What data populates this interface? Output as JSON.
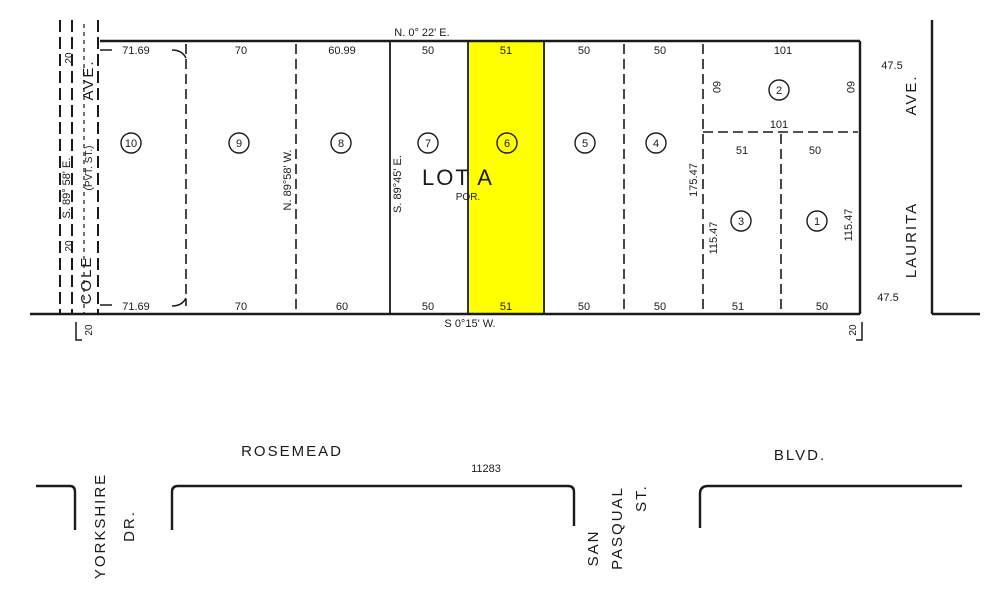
{
  "map": {
    "lot_label": "LOT A",
    "lot_sub": "POR.",
    "streets": {
      "top_bearing": "N. 0° 22' E.",
      "bottom_bearing": "S 0°15' W.",
      "rosemead": "ROSEMEAD",
      "blvd": "BLVD.",
      "block_number": "11283",
      "laurita": "LAURITA",
      "laurita_ave": "AVE.",
      "cole": "COLE",
      "cole_ave": "AVE.",
      "pvt_st": "(PVT. ST.)",
      "yorkshire": "YORKSHIRE",
      "yorkshire_dr": "DR.",
      "san": "SAN",
      "pasqual": "PASQUAL",
      "st": "ST."
    },
    "bearings": {
      "west": "S. 89° 58' E.",
      "lot9_8": "N. 89°58' W.",
      "lot8_7": "S. 89°45' E."
    },
    "lots": [
      "10",
      "9",
      "8",
      "7",
      "6",
      "5",
      "4",
      "3",
      "2",
      "1"
    ],
    "highlighted_lot": "6",
    "highlight_color": "#ffff00",
    "top_dims": [
      "71.69",
      "70",
      "60.99",
      "50",
      "51",
      "50",
      "50",
      "101"
    ],
    "bottom_dims": [
      "71.69",
      "70",
      "60",
      "50",
      "51",
      "50",
      "50",
      "51",
      "50"
    ],
    "right_dims": {
      "top": "47.5",
      "bottom": "47.5",
      "lot2_left": "60",
      "lot2_right": "60",
      "mid_101": "101",
      "lot3_top": "51",
      "lot1_top": "50",
      "depth_175": "175.47",
      "lot3_depth": "115.47",
      "lot1_depth": "115.47"
    },
    "edge_marks": {
      "left_top": "20",
      "left_mid": "20",
      "left_bottom": "20",
      "right_bottom": "20"
    }
  }
}
